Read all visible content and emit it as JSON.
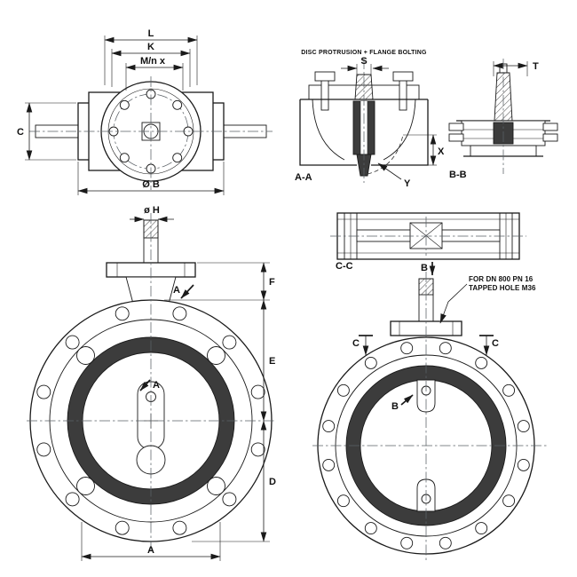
{
  "drawing": {
    "background": "#ffffff",
    "line_color": "#1a1a1a",
    "seat_color": "#3c3c3c",
    "notes": {
      "disc_protrusion": "DISC PROTRUSION + FLANGE BOLTING",
      "dn800_line1": "FOR DN 800 PN 16",
      "dn800_line2": "TAPPED HOLE M36"
    },
    "sections": {
      "aa": "A-A",
      "bb": "B-B",
      "cc": "C-C"
    },
    "section_arrows": {
      "a": "A",
      "b": "B",
      "c": "C"
    },
    "dimensions": {
      "L": "L",
      "K": "K",
      "Mn": "M/n x",
      "C_side": "C",
      "OB": "Ø B",
      "S": "S",
      "X": "X",
      "Y": "Y",
      "T": "T",
      "OH": "ø H",
      "F": "F",
      "E": "E",
      "D": "D",
      "A": "A"
    }
  }
}
